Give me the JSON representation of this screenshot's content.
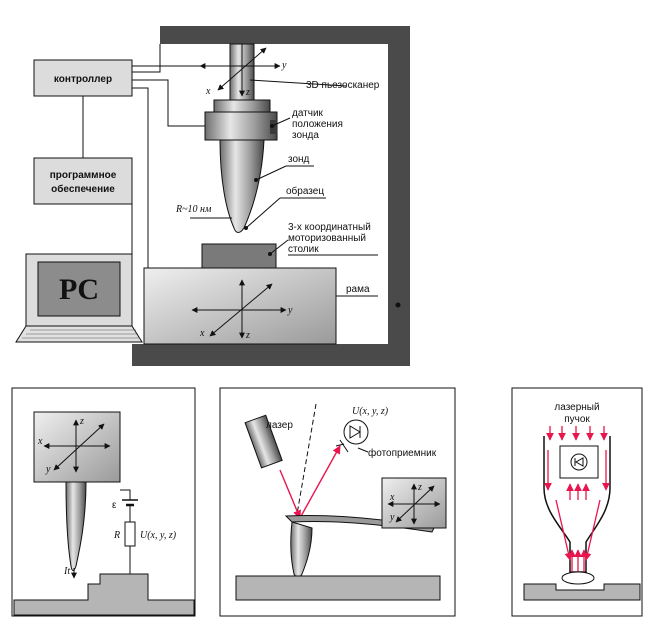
{
  "top": {
    "controller": "контроллер",
    "software_line1": "программное",
    "software_line2": "обеспечение",
    "pc": "PC",
    "scanner": "3D пьезосканер",
    "sensor_line1": "датчик",
    "sensor_line2": "положения",
    "sensor_line3": "зонда",
    "probe": "зонд",
    "sample": "образец",
    "stage_line1": "3-х координатный",
    "stage_line2": "моторизованный",
    "stage_line3": "столик",
    "frame": "рама",
    "radius": "R~10 нм"
  },
  "axes": {
    "x": "x",
    "y": "y",
    "z": "z"
  },
  "panel_left": {
    "eps": "ε",
    "r": "R",
    "voltage": "U(x, y, z)",
    "current": "It"
  },
  "panel_mid": {
    "laser": "лазер",
    "voltage": "U(x, y, z)",
    "detector": "фотоприемник"
  },
  "panel_right": {
    "beam_line1": "лазерный",
    "beam_line2": "пучок"
  },
  "colors": {
    "laser": "#e8154f",
    "gray": "#b5b5b5",
    "dark": "#3a3a3a"
  }
}
